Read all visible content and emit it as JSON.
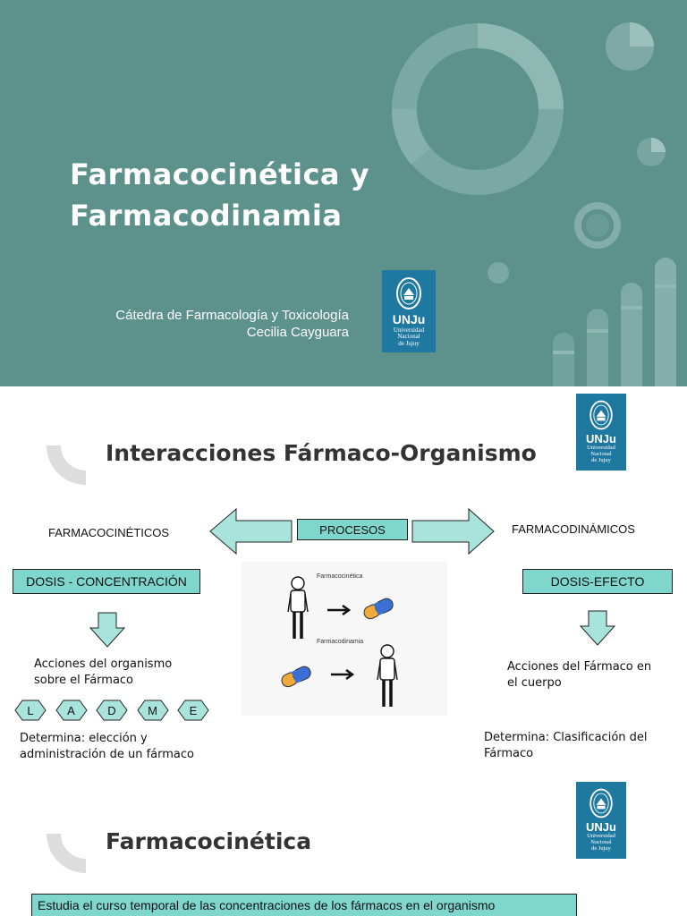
{
  "slide1": {
    "title_line1": "Farmacocinética y",
    "title_line2": "Farmacodinamia",
    "subtitle_line1": "Cátedra de Farmacología y Toxicología",
    "subtitle_line2": "Cecilia Cayguara"
  },
  "logo": {
    "name": "UNJu",
    "line1": "Universidad",
    "line2": "Nacional",
    "line3": "de Jujuy"
  },
  "slide2": {
    "heading": "Interacciones Fármaco-Organismo",
    "left_label": "FARMACOCINÉTICOS",
    "center_label": "PROCESOS",
    "right_label": "FARMACODINÁMICOS",
    "left_box": "DOSIS - CONCENTRACIÓN",
    "right_box": "DOSIS-EFECTO",
    "left_actions_line1": "Acciones del organismo",
    "left_actions_line2": "sobre el Fármaco",
    "ladme": [
      "L",
      "A",
      "D",
      "M",
      "E"
    ],
    "left_determina_line1": "Determina: elección y",
    "left_determina_line2": "administración de un fármaco",
    "right_actions_line1": "Acciones del Fármaco en",
    "right_actions_line2": "el cuerpo",
    "right_determina_line1": "Determina: Clasificación del",
    "right_determina_line2": "Fármaco",
    "illustration": {
      "caption_top": "Farmacocinética",
      "caption_bottom": "Farmacodinamia"
    }
  },
  "slide3": {
    "heading": "Farmacocinética",
    "definition": "Estudia el curso temporal de las concentraciones de los fármacos en el organismo"
  },
  "colors": {
    "slide1_bg": "#5c918c",
    "teal_box": "#7fd6cc",
    "logo_blue": "#1e78a0",
    "heading_text": "#333333"
  }
}
